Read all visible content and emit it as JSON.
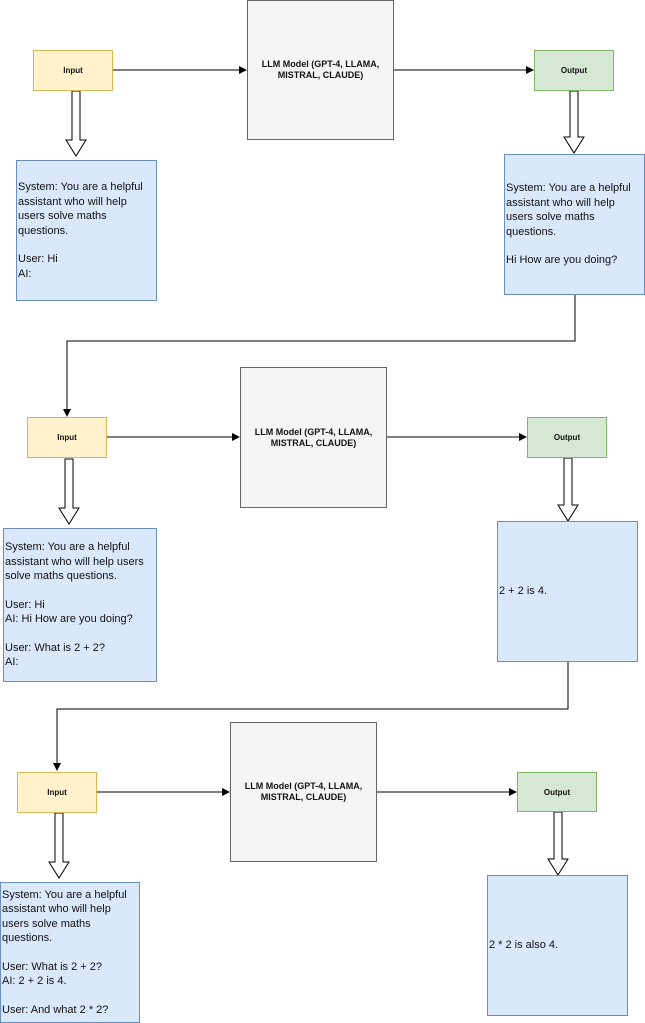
{
  "diagram": {
    "title": "",
    "labels": {
      "input": "Input",
      "output": "Output",
      "model": "LLM Model (GPT-4, LLAMA, MISTRAL, CLAUDE)"
    },
    "rows": [
      {
        "input_prompt": [
          "System: You are a helpful assistant who will help users solve maths questions.",
          "User: Hi\nAI:"
        ],
        "output_text": [
          "System: You are a helpful assistant who will help users solve maths questions.",
          "Hi How are you doing?"
        ]
      },
      {
        "input_prompt": [
          "System: You are a helpful assistant who will help users solve maths questions.",
          "User: Hi\nAI: Hi How are you doing?",
          "User: What is 2 + 2?\nAI:"
        ],
        "output_text": [
          "2 + 2 is 4."
        ]
      },
      {
        "input_prompt": [
          "System: You are a helpful assistant who will help users solve maths questions.",
          "User: What is 2 + 2?\nAI: 2 + 2 is 4.",
          "User: And what 2 * 2?"
        ],
        "output_text": [
          "2 * 2 is also 4."
        ]
      }
    ]
  },
  "colors": {
    "input_fill": "#fff2cc",
    "input_border": "#d6b656",
    "output_fill": "#d5e8d4",
    "output_border": "#82b366",
    "model_fill": "#f5f5f5",
    "model_border": "#666666",
    "prompt_fill": "#dae8fc",
    "prompt_border": "#6c8ebf"
  }
}
